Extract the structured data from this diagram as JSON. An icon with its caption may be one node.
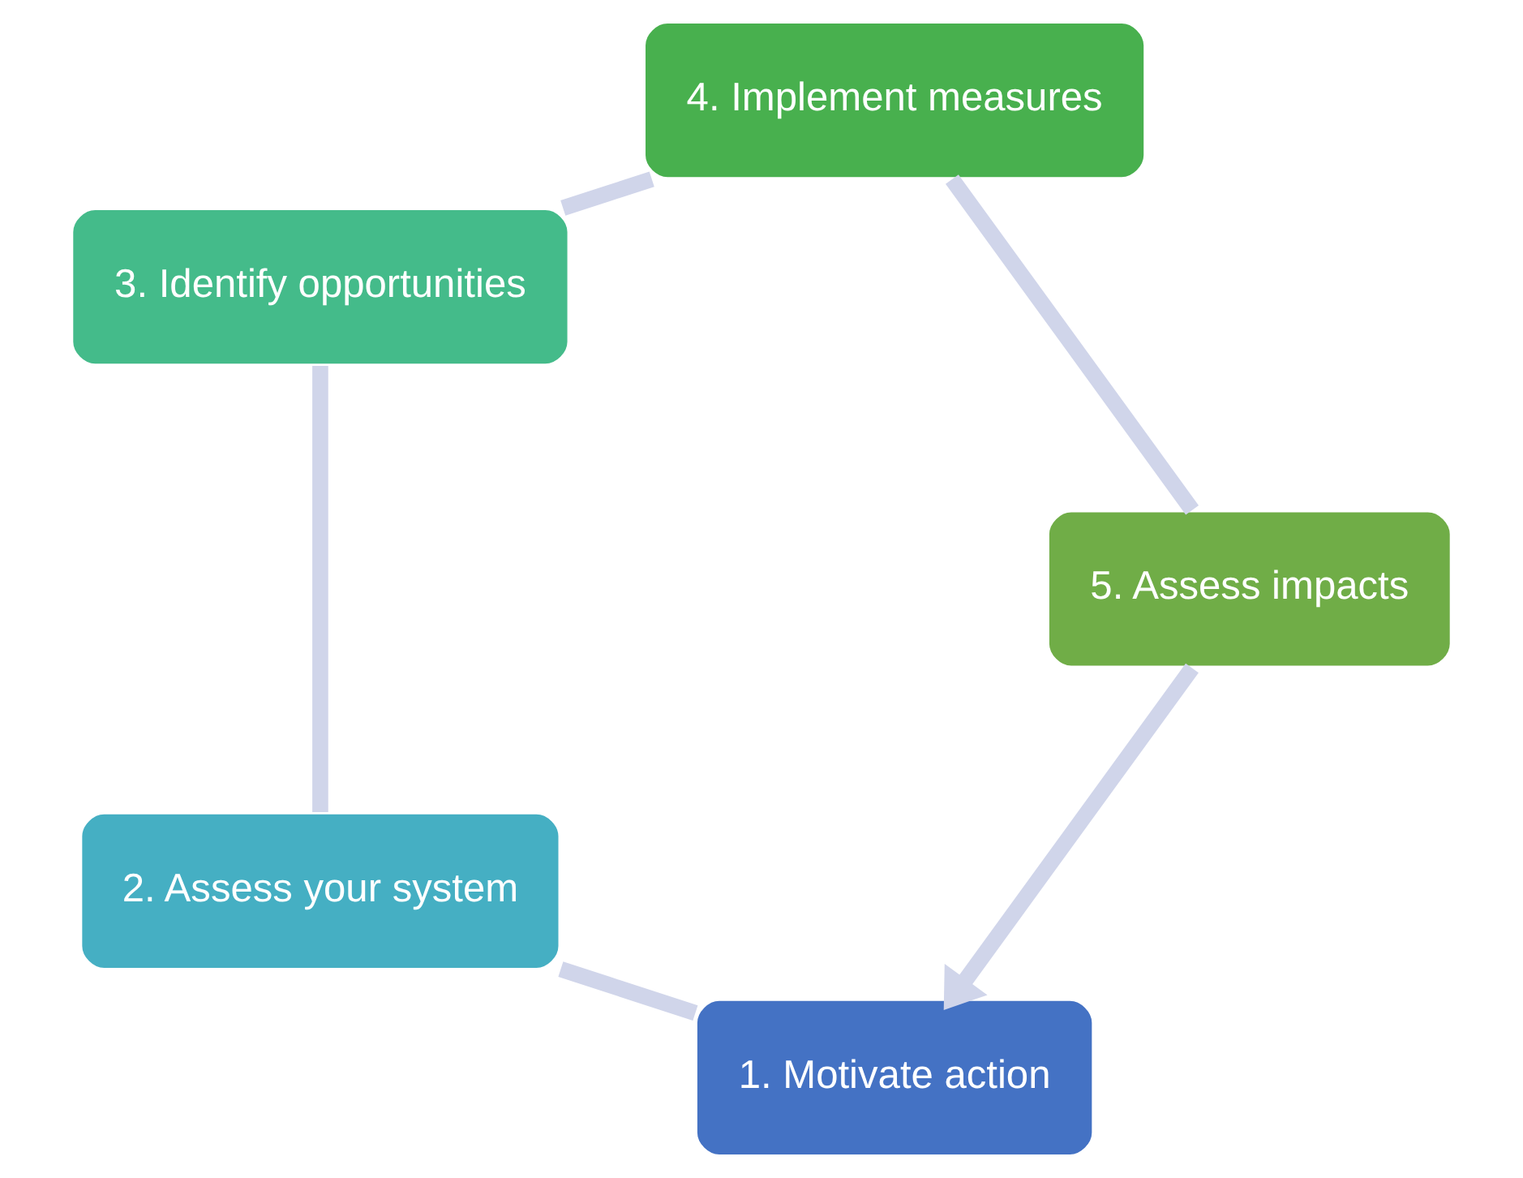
{
  "diagram": {
    "nodes": [
      {
        "text": [
          "1. Motivate action"
        ]
      },
      {
        "text": [
          "2. Assess your system"
        ]
      },
      {
        "text": [
          "3. Identify opportunities"
        ]
      },
      {
        "text": [
          "4. Implement measures"
        ]
      },
      {
        "text": [
          "5. Assess impacts"
        ]
      }
    ],
    "edges": [
      {
        "from": 0,
        "to": 1,
        "arrow": "none"
      },
      {
        "from": 1,
        "to": 2,
        "arrow": "none"
      },
      {
        "from": 2,
        "to": 3,
        "arrow": "none"
      },
      {
        "from": 3,
        "to": 4,
        "arrow": "none"
      },
      {
        "from": 4,
        "to": 0,
        "arrow": "to"
      }
    ]
  }
}
